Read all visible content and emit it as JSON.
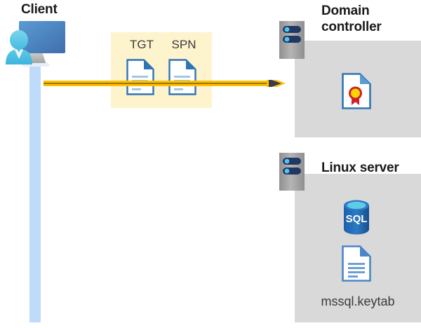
{
  "diagram": {
    "title_client": "Client",
    "title_domain_controller": "Domain controller",
    "title_linux_server": "Linux server",
    "tokens": [
      {
        "label": "TGT",
        "icon": "document-icon"
      },
      {
        "label": "SPN",
        "icon": "document-icon"
      }
    ],
    "domain_controller": {
      "contents": [
        {
          "icon": "certificate-icon"
        }
      ]
    },
    "linux_server": {
      "contents": [
        {
          "icon": "sql-database-icon",
          "label": "SQL"
        },
        {
          "icon": "document-icon",
          "label": "mssql.keytab"
        }
      ],
      "file_label": "mssql.keytab"
    },
    "flow": {
      "direction": "client-to-domain-controller",
      "arrow_label": ""
    },
    "colors": {
      "token_box_fill": "#fdf3cd",
      "arrow_gold": "#ffc000",
      "arrow_head": "#3b3b4f",
      "panel_gray": "#d9d9d9",
      "lifeline_blue": "#bedbfb",
      "server_gray": "#a6a6a6",
      "server_pill_navy": "#1f3864",
      "doc_blue": "#2e75b6",
      "sql_blue": "#1f66b0",
      "cert_gold": "#ffd400",
      "cert_red": "#cc2229",
      "title_text": "#1a1a1a",
      "label_text": "#3a3a3a"
    }
  }
}
